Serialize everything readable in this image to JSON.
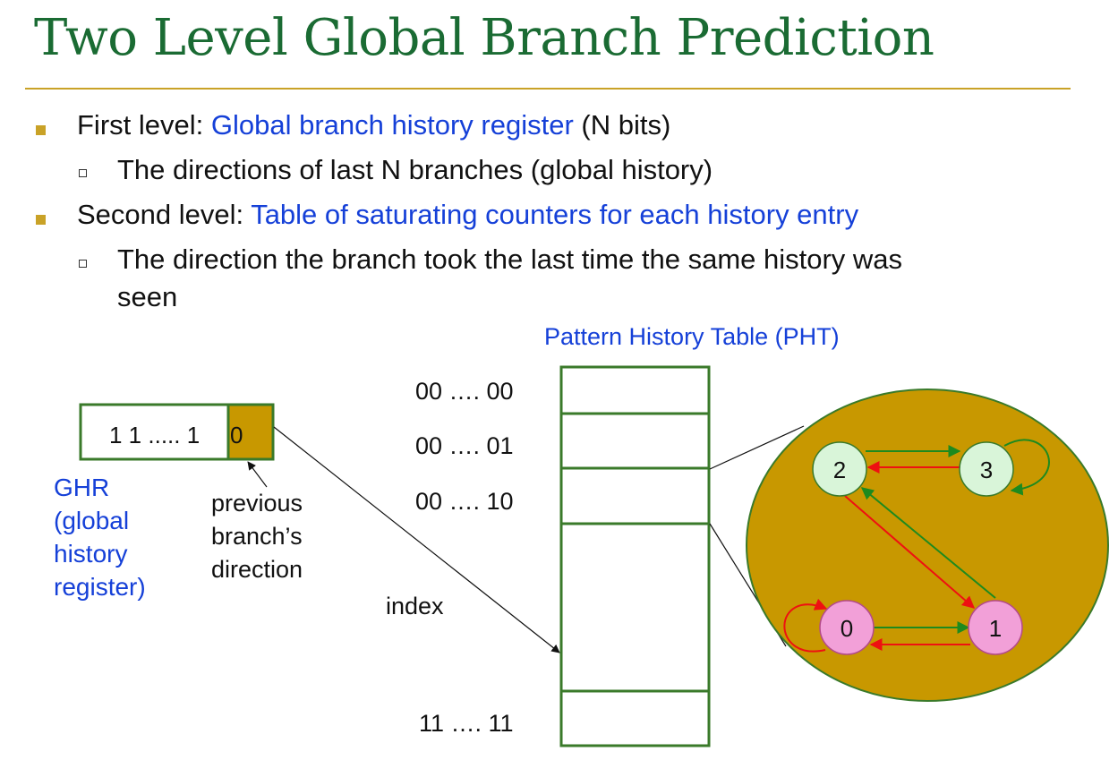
{
  "slide": {
    "title": "Two Level Global Branch Prediction",
    "bullets": [
      {
        "prefix": "First level: ",
        "highlight": "Global branch history register",
        "suffix": " (N bits)"
      },
      {
        "text": "The directions of last N branches (global history)"
      },
      {
        "prefix": "Second level: ",
        "highlight": "Table of saturating counters for each history entry"
      },
      {
        "line1": "The direction the branch took the last time the same history was",
        "line2": "seen"
      }
    ]
  },
  "diagram": {
    "ghr_bits": "1 1 ..... 1",
    "ghr_last_bit": "0",
    "ghr_label": [
      "GHR",
      "(global",
      "history",
      "register)"
    ],
    "prev_label": [
      "previous",
      "branch’s",
      "direction"
    ],
    "index_label": "index",
    "pht_title": "Pattern History Table (PHT)",
    "pht_rows": [
      "00 …. 00",
      "00 …. 01",
      "00 …. 10",
      "11 ….  11"
    ],
    "states": [
      "0",
      "1",
      "2",
      "3"
    ],
    "colors": {
      "title": "#1a6b33",
      "rule": "#c9a227",
      "highlight": "#1540d8",
      "gold": "#c89800",
      "table_border": "#3a7a2a",
      "taken": "#1e8a1e",
      "not_taken": "#ee1111",
      "state_green": "#d9f5d9",
      "state_pink": "#f2a0d8"
    }
  }
}
